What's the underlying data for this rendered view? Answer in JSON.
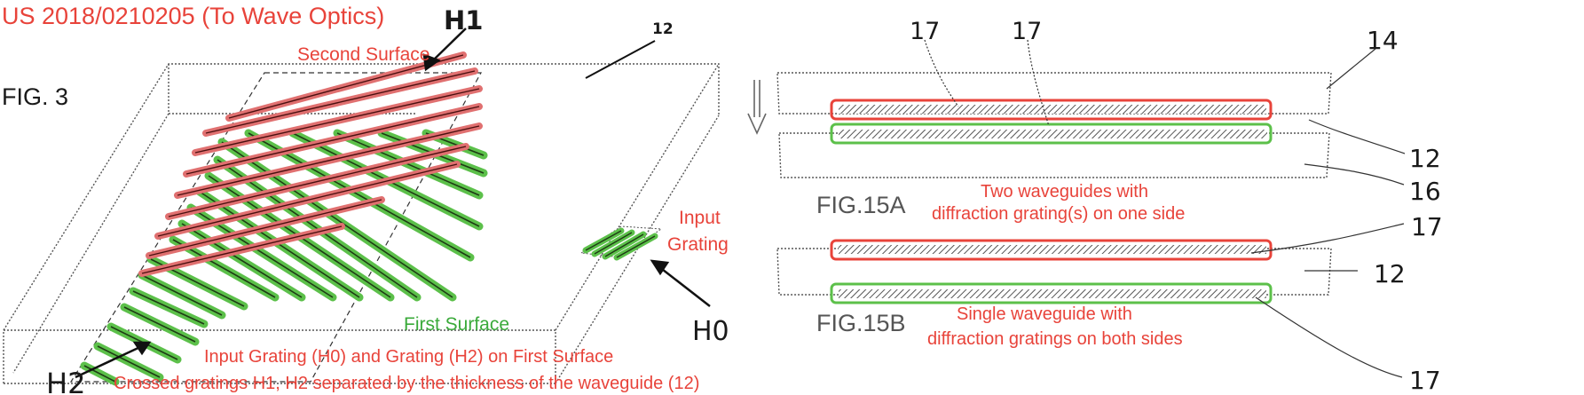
{
  "patent_title": "US 2018/0210205 (To Wave Optics)",
  "fig3": {
    "fig_label": "FIG. 3",
    "ref_h1": "H1",
    "ref_h0": "H0",
    "ref_h2": "H2",
    "ref_12": "12",
    "second_surface": "Second Surface",
    "first_surface": "First Surface",
    "input_grating_line1": "Input",
    "input_grating_line2": "Grating",
    "caption_line1": "Input Grating (H0) and Grating (H2) on First Surface",
    "caption_line2": "Crossed gratings H1, H2 separated by the thickness of the waveguide (12)"
  },
  "fig15a": {
    "fig_label": "FIG.15A",
    "ref_17_left": "17",
    "ref_17_right": "17",
    "ref_14": "14",
    "ref_12": "12",
    "ref_16": "16",
    "caption_line1": "Two waveguides with",
    "caption_line2": "diffraction grating(s) on one side"
  },
  "fig15b": {
    "fig_label": "FIG.15B",
    "ref_17_top": "17",
    "ref_12": "12",
    "ref_17_bottom": "17",
    "caption_line1": "Single waveguide with",
    "caption_line2": "diffraction gratings on both sides"
  },
  "colors": {
    "annotation_red": "#e8433a",
    "grating_green": "#5cc04a",
    "outline": "#555555"
  }
}
